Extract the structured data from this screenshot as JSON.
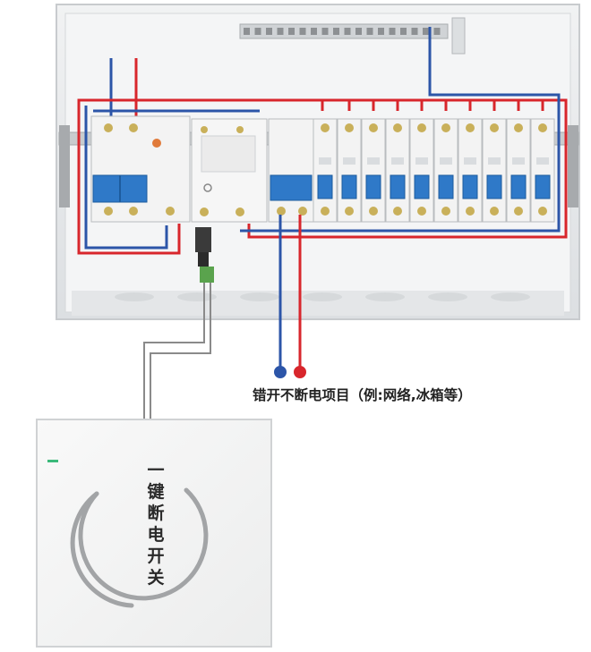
{
  "caption": "错开不断电项目（例:网络,冰箱等）",
  "switch_label_chars": [
    "一",
    "键",
    "断",
    "电",
    "开",
    "关"
  ],
  "wire_colors": {
    "live": "#d8262c",
    "neutral": "#2c55a8",
    "signal": "#777777",
    "switch_led": "#3bb97a"
  },
  "breaker_counts": {
    "branch_breakers": 10
  }
}
